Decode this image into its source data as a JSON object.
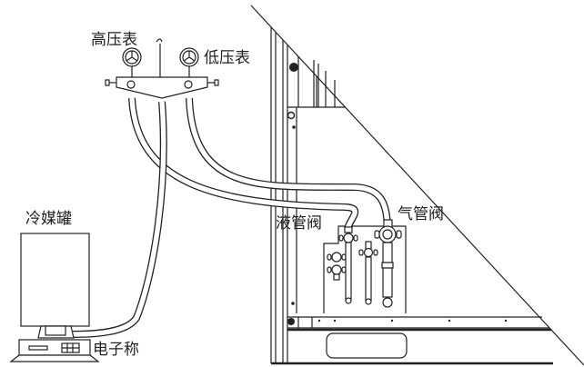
{
  "labels": {
    "high_pressure_gauge": "高压表",
    "low_pressure_gauge": "低压表",
    "refrigerant_tank": "冷媒罐",
    "electronic_scale": "电子称",
    "liquid_valve": "液管阀",
    "gas_valve": "气管阀"
  },
  "colors": {
    "line": "#222222",
    "background": "#ffffff"
  }
}
